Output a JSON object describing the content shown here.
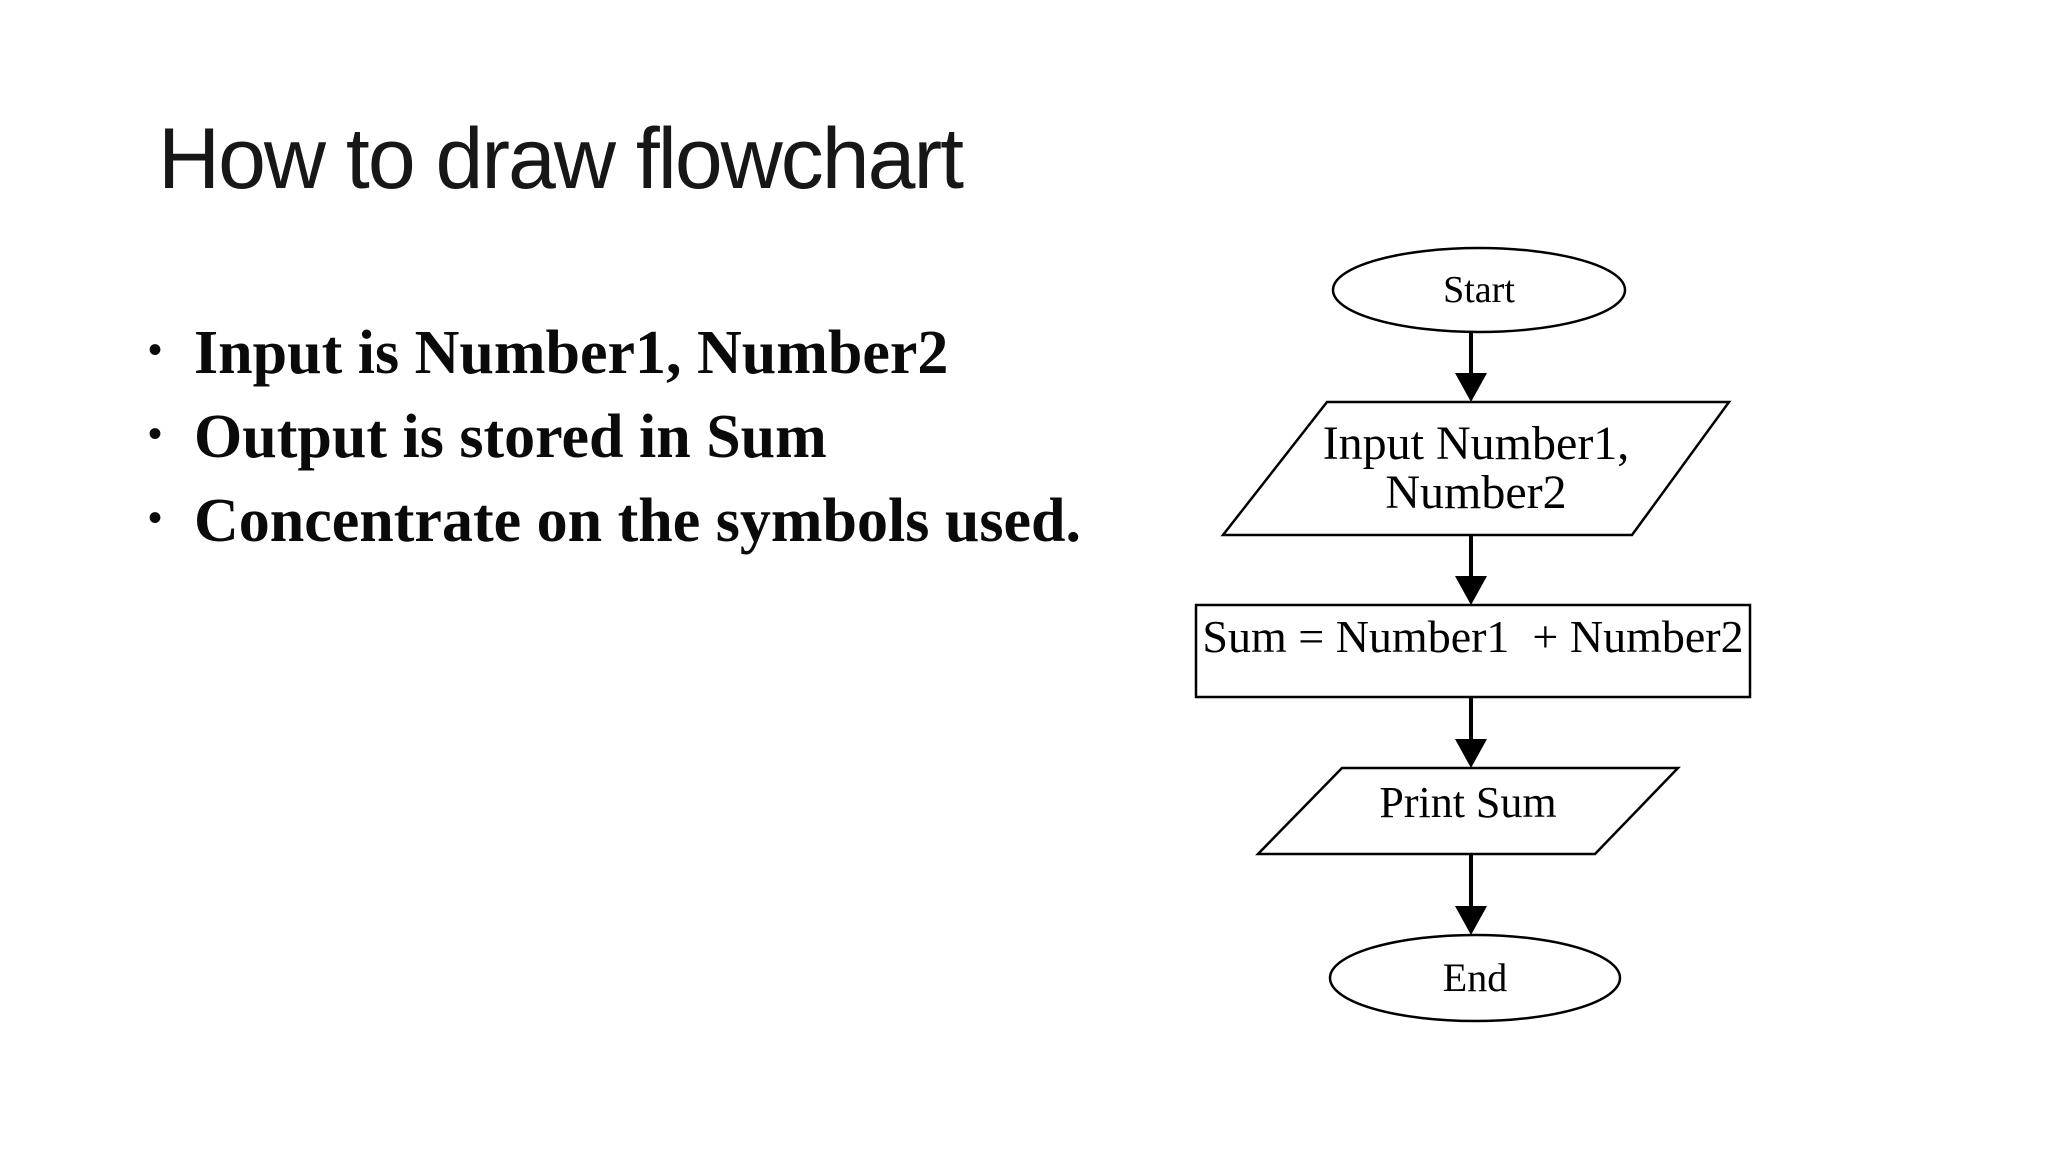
{
  "slide": {
    "title": "How to draw flowchart",
    "bullet_char": "•",
    "bullets": [
      "Input is Number1, Number2",
      "Output is stored in Sum",
      "Concentrate on the symbols used."
    ]
  },
  "flowchart": {
    "nodes": {
      "start": {
        "type": "terminator",
        "label": "Start"
      },
      "input": {
        "type": "input-output",
        "label": "Input Number1,\nNumber2"
      },
      "process": {
        "type": "process",
        "label": "Sum = Number1  + Number2"
      },
      "output": {
        "type": "input-output",
        "label": "Print Sum"
      },
      "end": {
        "type": "terminator",
        "label": "End"
      }
    },
    "edges": [
      {
        "from": "start",
        "to": "input"
      },
      {
        "from": "input",
        "to": "process"
      },
      {
        "from": "process",
        "to": "output"
      },
      {
        "from": "output",
        "to": "end"
      }
    ]
  },
  "colors": {
    "ink": "#000000",
    "text": "#111111",
    "background": "#ffffff"
  }
}
